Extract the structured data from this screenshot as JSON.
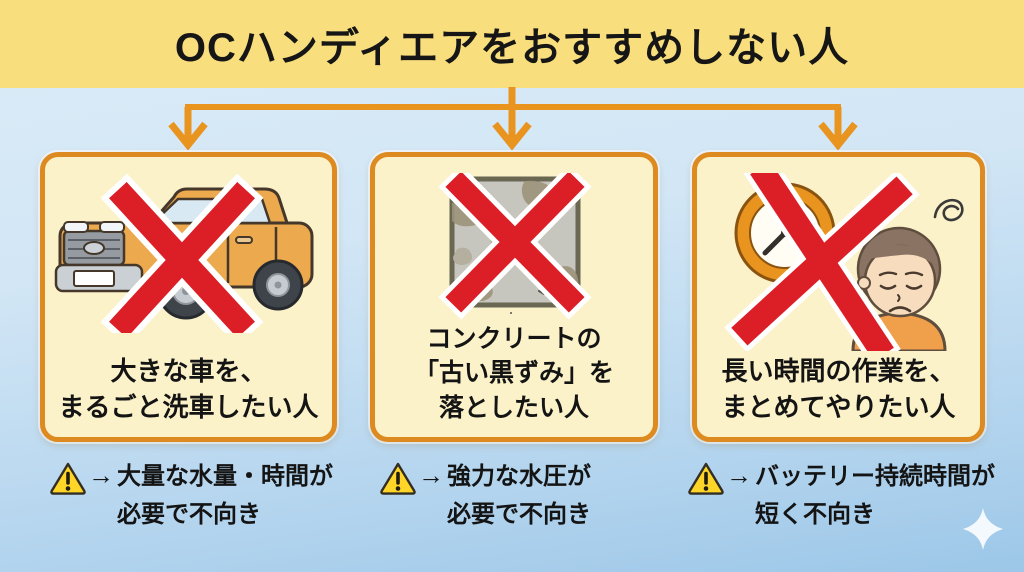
{
  "header": {
    "title": "OCハンディエアをおすすめしない人"
  },
  "cards": [
    {
      "id": "large-car-wash",
      "illustration": "orange-suv-with-red-x",
      "caption_lines": [
        "大きな車を、",
        "まるごと洗車したい人"
      ],
      "note": {
        "arrow": "→",
        "lines": [
          "大量な水量・時間が",
          "必要で不向き"
        ]
      }
    },
    {
      "id": "concrete-old-stain",
      "illustration": "concrete-tile-with-red-x",
      "caption_lines": [
        "コンクリートの",
        "「古い黒ずみ」を",
        "落としたい人"
      ],
      "note": {
        "arrow": "→",
        "lines": [
          "強力な水圧が",
          "必要で不向き"
        ]
      }
    },
    {
      "id": "long-duration-work",
      "illustration": "clock-and-tired-person-with-red-x",
      "caption_lines": [
        "長い時間の作業を、",
        "まとめてやりたい人"
      ],
      "note": {
        "arrow": "→",
        "lines": [
          "バッテリー持続時間が",
          "短く不向き"
        ]
      }
    }
  ],
  "icons": {
    "warning": "warning-triangle-icon",
    "prohibit": "red-x-icon",
    "sparkle": "sparkle-icon",
    "flow": "branching-arrow-connector"
  },
  "colors": {
    "header_bg": "#f8de7c",
    "bg_top": "#dcecf8",
    "bg_bottom": "#9cc7e8",
    "card_bg": "#fbf2c9",
    "card_border": "#dd8a20",
    "connector_orange": "#e8941f",
    "x_red": "#dc1f26",
    "warning_yellow": "#ffd527",
    "text": "#141414"
  }
}
